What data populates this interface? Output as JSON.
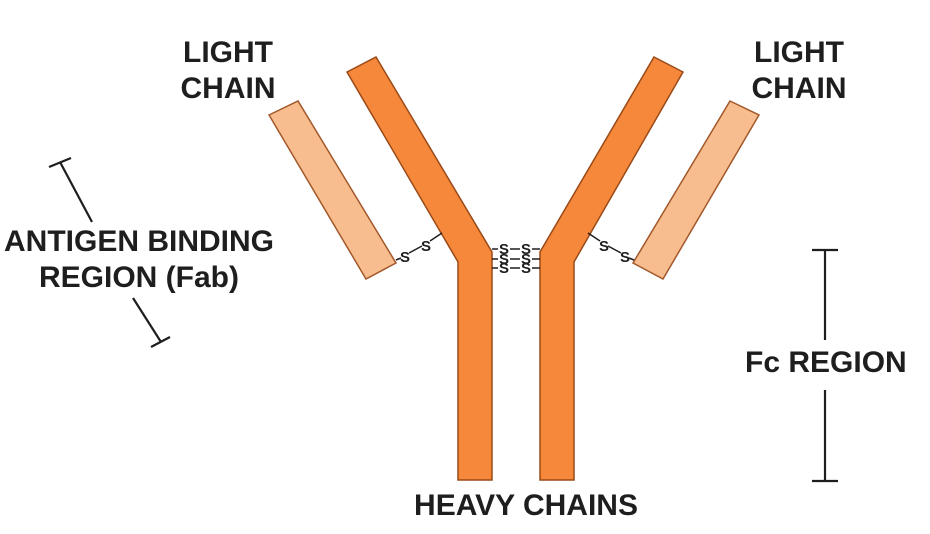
{
  "labels": {
    "light_chain_left": {
      "line1": "LIGHT",
      "line2": "CHAIN"
    },
    "light_chain_right": {
      "line1": "LIGHT",
      "line2": "CHAIN"
    },
    "antigen_binding": {
      "line1": "ANTIGEN BINDING",
      "line2": "REGION (Fab)"
    },
    "fc_region": "Fc REGION",
    "heavy_chains": "HEAVY CHAINS"
  },
  "bond_symbol": "S",
  "colors": {
    "heavy_chain": "#f5883a",
    "heavy_chain_outline": "#9a4a18",
    "light_chain": "#f7bd8e",
    "light_chain_outline": "#a2582a",
    "text": "#1e1e1e",
    "line": "#1e1e1e"
  }
}
